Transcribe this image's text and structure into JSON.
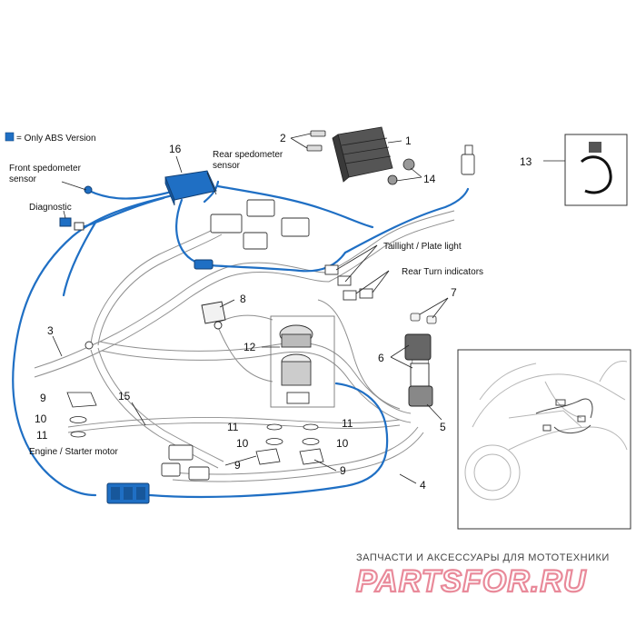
{
  "legend": {
    "text": "= Only ABS Version",
    "swatch_color": "#1f6fc4"
  },
  "colors": {
    "abs_harness": "#1f6fc4",
    "harness": "#9a9a9a",
    "line": "#222222"
  },
  "labels": {
    "front_sensor_1": "Front spedometer",
    "front_sensor_2": "sensor",
    "rear_sensor_1": "Rear spedometer",
    "rear_sensor_2": "sensor",
    "diagnostic": "Diagnostic",
    "taillight": "Taillight / Plate light",
    "rear_turn": "Rear Turn indicators",
    "engine_starter": "Engine / Starter motor"
  },
  "parts": {
    "p1": "1",
    "p2": "2",
    "p3": "3",
    "p4": "4",
    "p5": "5",
    "p6": "6",
    "p7": "7",
    "p8": "8",
    "p9a": "9",
    "p9b": "9",
    "p9c": "9",
    "p10a": "10",
    "p10b": "10",
    "p10c": "10",
    "p11a": "11",
    "p11b": "11",
    "p11c": "11",
    "p12": "12",
    "p13": "13",
    "p14": "14",
    "p15": "15",
    "p16": "16"
  },
  "watermark": {
    "tagline": "ЗАПЧАСТИ И АКСЕССУАРЫ ДЛЯ МОТОТЕХНИКИ",
    "brand": "PARTSFOR.RU"
  }
}
